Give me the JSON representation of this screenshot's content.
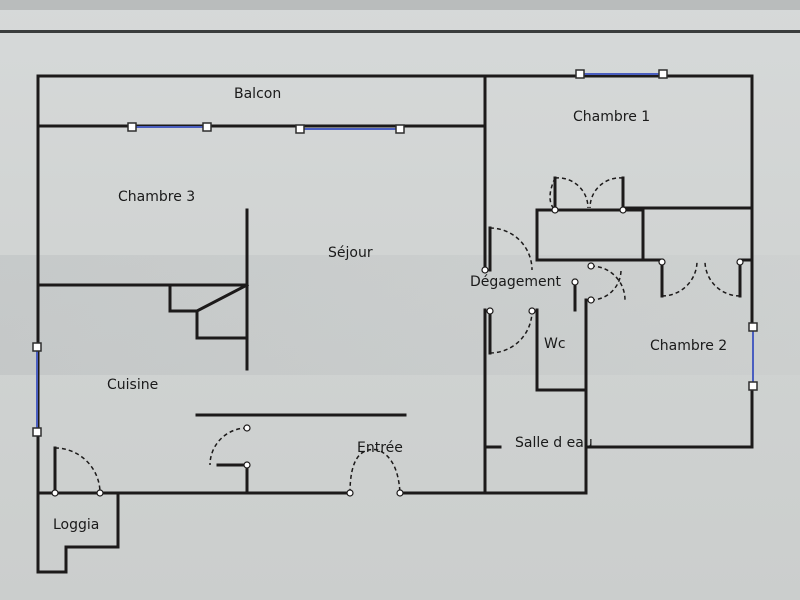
{
  "plan": {
    "rooms": {
      "balcon": "Balcon",
      "chambre1": "Chambre 1",
      "chambre2": "Chambre 2",
      "chambre3": "Chambre 3",
      "sejour": "Séjour",
      "degagement": "Dégagement",
      "wc": "Wc",
      "cuisine": "Cuisine",
      "entree": "Entrée",
      "salle_deau": "Salle d eau",
      "loggia": "Loggia"
    }
  },
  "colors": {
    "wall": "#1c1a1a",
    "window": "#4a5ec0",
    "paper": "#d3d6d5"
  }
}
